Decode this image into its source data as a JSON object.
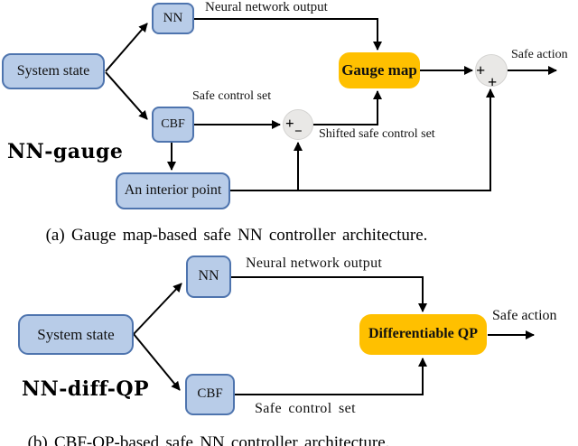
{
  "colors": {
    "arrow": "#000000",
    "text": "#111111",
    "box_blue_fill": "#b8cce8",
    "box_blue_border": "#4e74ae",
    "box_orange": "#ffc000",
    "sum_fill": "#e9e8e6",
    "sum_border": "#d4d3d1"
  },
  "diagram_a": {
    "tag": "NN-gauge",
    "nodes": {
      "system_state": "System state",
      "nn": "NN",
      "cbf": "CBF",
      "gauge_map": "Gauge map",
      "interior_point": "An interior point"
    },
    "labels": {
      "nn_output": "Neural network output",
      "safe_control_set": "Safe control set",
      "shifted_safe_control_set": "Shifted safe control set",
      "safe_action": "Safe action"
    },
    "sum_shift": {
      "left_sign": "+",
      "bottom_sign": "−"
    },
    "sum_out": {
      "left_sign": "+",
      "bottom_sign": "+"
    },
    "caption": "(a) Gauge map-based safe NN controller architecture."
  },
  "diagram_b": {
    "tag": "NN-diff-QP",
    "nodes": {
      "system_state": "System state",
      "nn": "NN",
      "cbf": "CBF",
      "diff_qp": "Differentiable QP"
    },
    "labels": {
      "nn_output": "Neural network output",
      "safe_control_set": "Safe control set",
      "safe_action": "Safe action"
    },
    "caption": "(b) CBF-QP-based safe NN controller architecture."
  }
}
